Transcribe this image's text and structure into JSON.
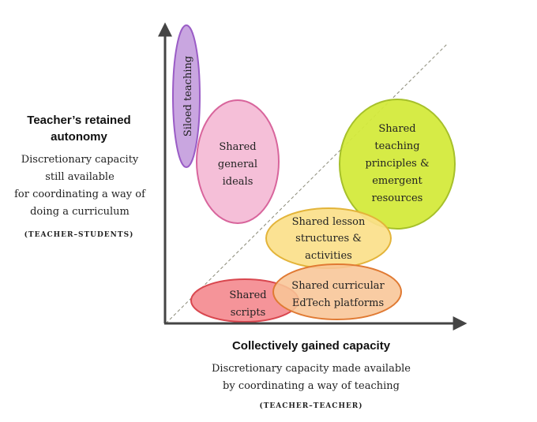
{
  "y_axis": {
    "title_line1": "Teacher’s retained",
    "title_line2": "autonomy",
    "desc_line1": "Discretionary capacity",
    "desc_line2": "still available",
    "desc_line3": "for coordinating a way of",
    "desc_line4": "doing a curriculum",
    "tag": "(TEACHER–STUDENTS)"
  },
  "x_axis": {
    "title": "Collectively gained capacity",
    "desc_line1": "Discretionary capacity made available",
    "desc_line2": "by coordinating a way of teaching",
    "tag": "(TEACHER–TEACHER)"
  },
  "ellipses": [
    {
      "id": "siloed",
      "lines": [
        "Siloed teaching"
      ],
      "fill": "#c9a6e0",
      "stroke": "#9a5cc6"
    },
    {
      "id": "ideals",
      "lines": [
        "Shared",
        "general",
        "ideals"
      ],
      "fill": "#f4b8d4",
      "stroke": "#d8659c"
    },
    {
      "id": "principles",
      "lines": [
        "Shared",
        "teaching",
        "principles &",
        "emergent",
        "resources"
      ],
      "fill": "#d4ea3c",
      "stroke": "#a6c02a"
    },
    {
      "id": "lesson",
      "lines": [
        "Shared lesson",
        "structures  &",
        "activities"
      ],
      "fill": "#fbe08a",
      "stroke": "#e3b43a"
    },
    {
      "id": "scripts",
      "lines": [
        "Shared",
        "scripts"
      ],
      "fill": "#f4888e",
      "stroke": "#d9474f"
    },
    {
      "id": "edtech",
      "lines": [
        "Shared curricular",
        "EdTech platforms"
      ],
      "fill": "#f8c596",
      "stroke": "#e07a33"
    }
  ]
}
